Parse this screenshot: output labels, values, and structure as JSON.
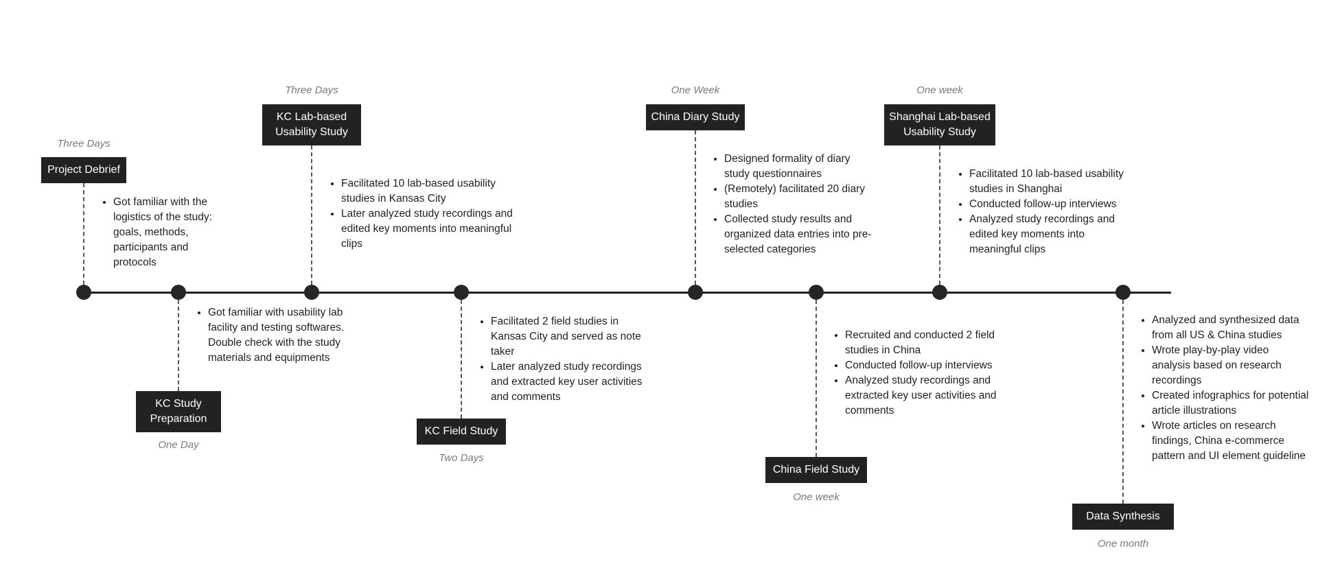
{
  "stages": [
    {
      "id": "project-debrief",
      "title": "Project Debrief",
      "duration": "Three Days",
      "notes": [
        "Got familiar with the logistics of the study: goals, methods, participants and protocols"
      ]
    },
    {
      "id": "kc-study-preparation",
      "title": "KC Study\nPreparation",
      "duration": "One Day",
      "notes": [
        "Got familiar with usability lab facility and testing softwares. Double check with the study materials and equipments"
      ]
    },
    {
      "id": "kc-lab-usability-study",
      "title": "KC Lab-based\nUsability Study",
      "duration": "Three Days",
      "notes": [
        "Facilitated 10 lab-based usability studies in Kansas City",
        "Later analyzed study recordings and edited key moments into meaningful clips"
      ]
    },
    {
      "id": "kc-field-study",
      "title": "KC Field Study",
      "duration": "Two Days",
      "notes": [
        "Facilitated 2 field studies in Kansas City and served as note taker",
        "Later analyzed study recordings and extracted key user activities and comments"
      ]
    },
    {
      "id": "china-diary-study",
      "title": "China Diary Study",
      "duration": "One Week",
      "notes": [
        "Designed formality of diary study questionnaires",
        "(Remotely) facilitated 20 diary studies",
        "Collected study results and organized data entries into pre-selected categories"
      ]
    },
    {
      "id": "china-field-study",
      "title": "China Field Study",
      "duration": "One week",
      "notes": [
        "Recruited and conducted 2 field studies in China",
        "Conducted follow-up interviews",
        "Analyzed study recordings and extracted key user activities and comments"
      ]
    },
    {
      "id": "shanghai-lab-usability-study",
      "title": "Shanghai Lab-based\nUsability Study",
      "duration": "One week",
      "notes": [
        "Facilitated 10 lab-based usability studies in Shanghai",
        "Conducted follow-up interviews",
        "Analyzed study recordings and edited key moments into meaningful clips"
      ]
    },
    {
      "id": "data-synthesis",
      "title": "Data Synthesis",
      "duration": "One month",
      "notes": [
        "Analyzed and synthesized data from all US & China studies",
        "Wrote play-by-play video analysis based on research recordings",
        "Created infographics for potential article illustrations",
        "Wrote articles on research findings, China e-commerce pattern and UI element guideline"
      ]
    }
  ]
}
